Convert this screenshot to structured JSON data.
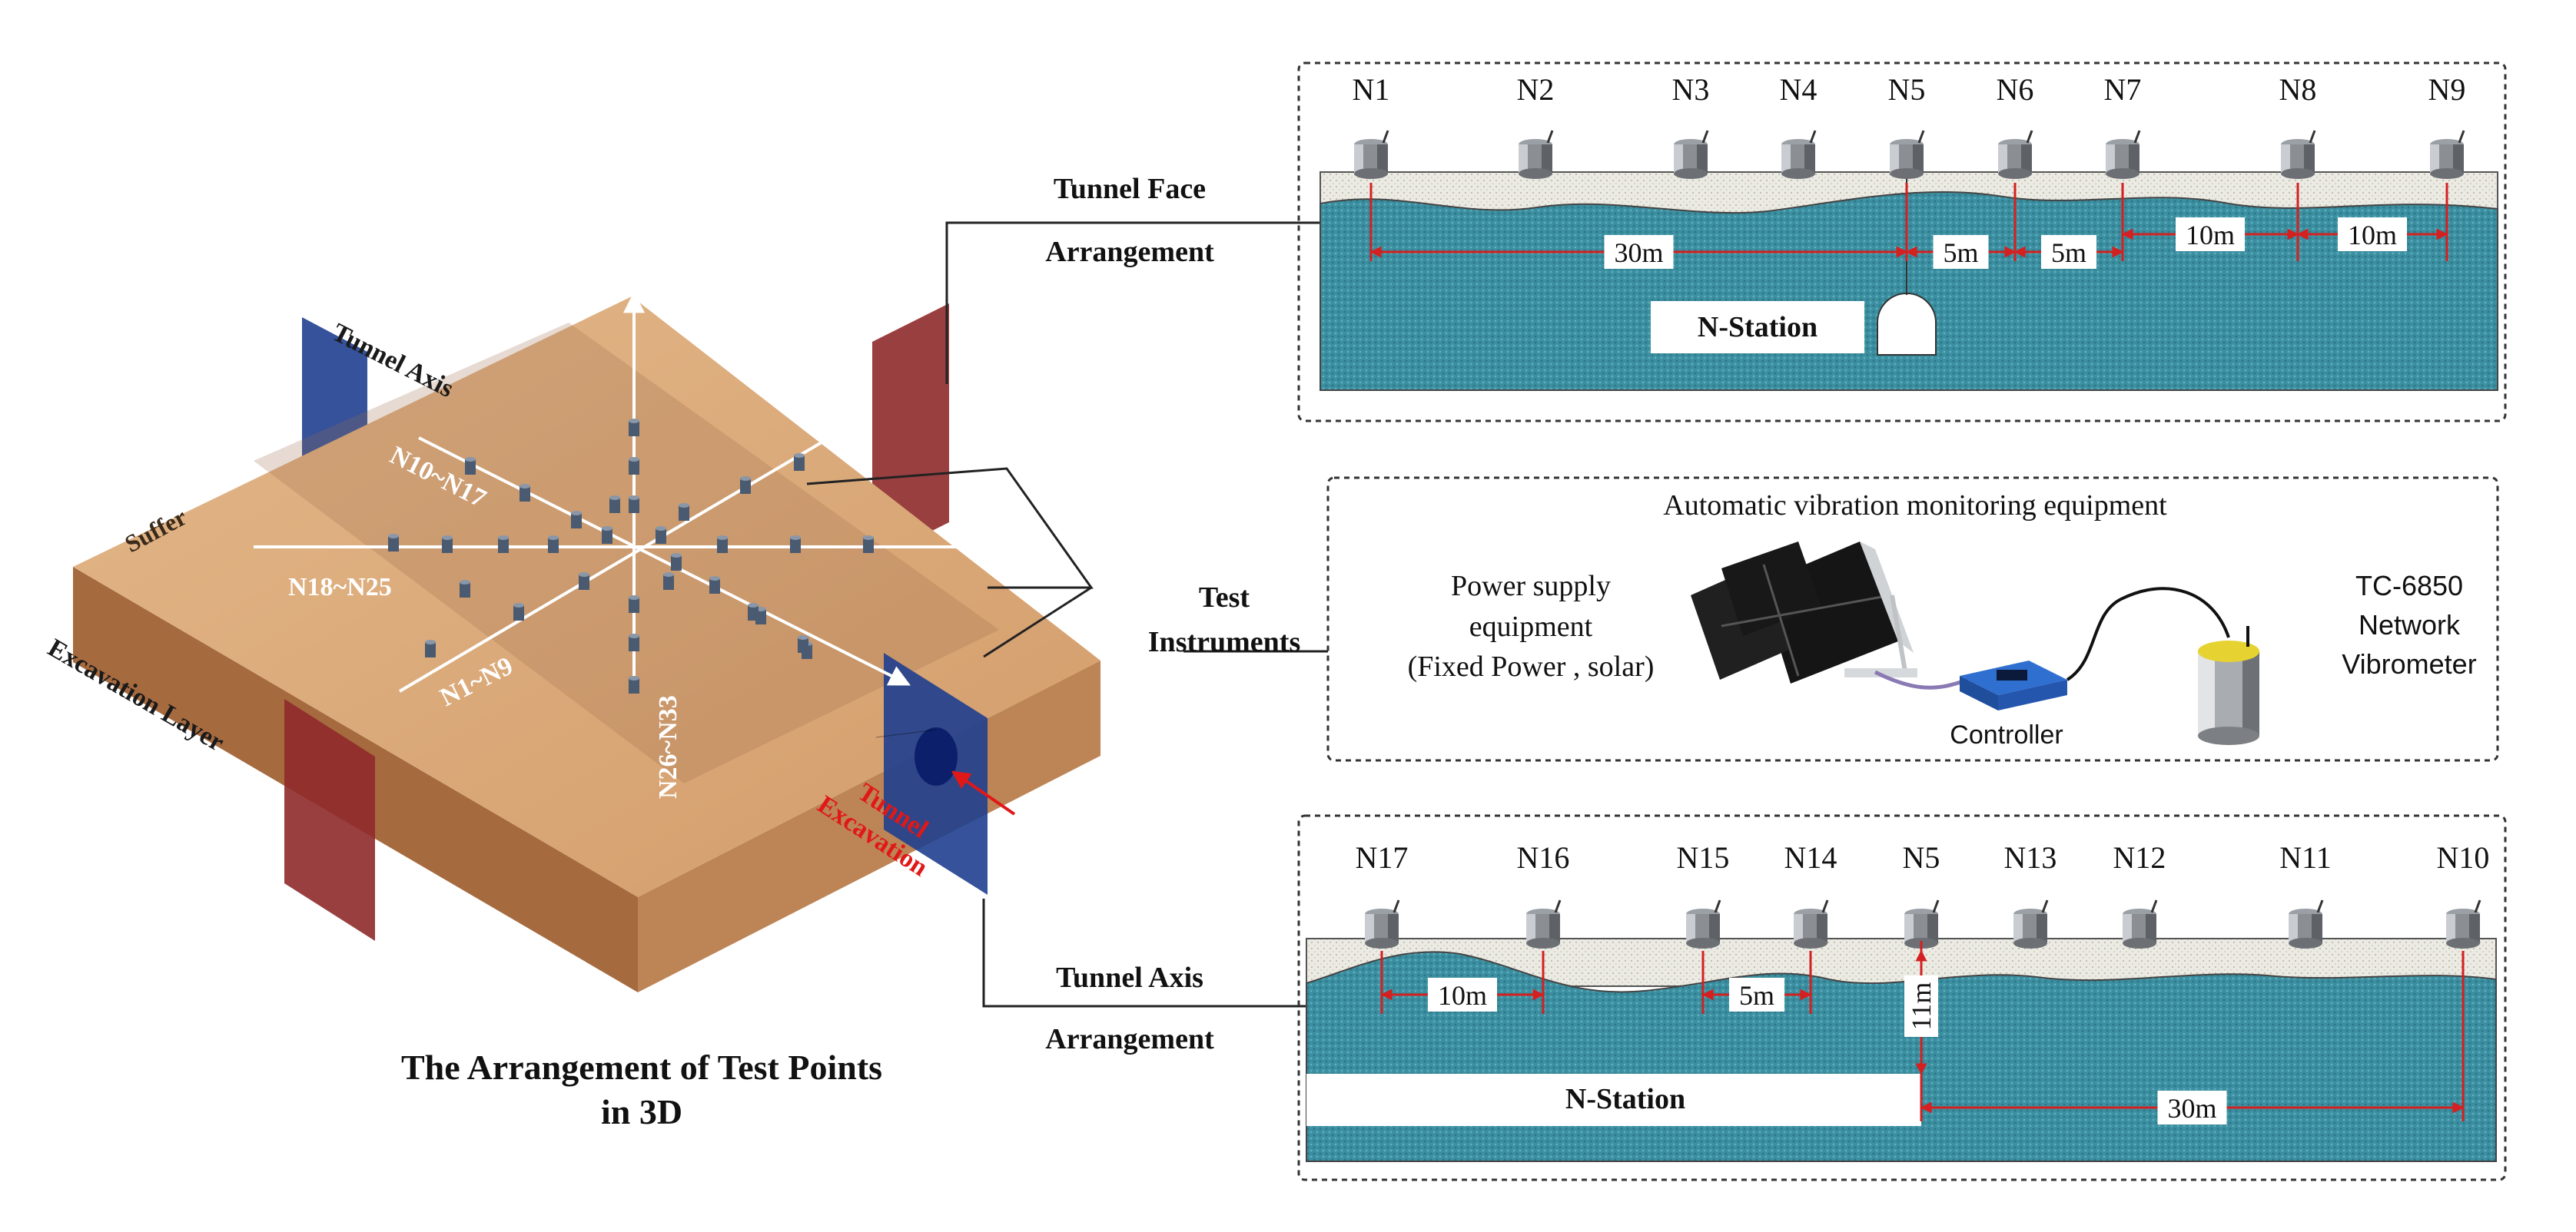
{
  "figure": {
    "caption_line1": "The Arrangement of Test Points",
    "caption_line2": "in 3D"
  },
  "block3d": {
    "tunnel_axis": "Tunnel Axis",
    "suffer": "Suffer",
    "excavation_layer": "Excavation Layer",
    "group_n10_n17": "N10~N17",
    "group_n18_n25": "N18~N25",
    "group_n1_n9": "N1~N9",
    "group_n26_n33": "N26~N33",
    "tunnel_line1": "Tunnel",
    "tunnel_line2": "Excavation"
  },
  "callouts": {
    "face_line1": "Tunnel Face",
    "face_line2": "Arrangement",
    "instr_line1": "Test",
    "instr_line2": "Instruments",
    "axis_line1": "Tunnel Axis",
    "axis_line2": "Arrangement"
  },
  "face_panel": {
    "sensors": [
      "N1",
      "N2",
      "N3",
      "N4",
      "N5",
      "N6",
      "N7",
      "N8",
      "N9"
    ],
    "dims": [
      "30m",
      "5m",
      "5m",
      "10m",
      "10m"
    ],
    "station": "N-Station"
  },
  "equip_panel": {
    "title": "Automatic vibration monitoring equipment",
    "power_line1": "Power supply",
    "power_line2": "equipment",
    "power_line3": "(Fixed Power , solar)",
    "controller": "Controller",
    "vib_line1": "TC-6850",
    "vib_line2": "Network",
    "vib_line3": "Vibrometer"
  },
  "axis_panel": {
    "sensors": [
      "N17",
      "N16",
      "N15",
      "N14",
      "N5",
      "N13",
      "N12",
      "N11",
      "N10"
    ],
    "dims": [
      "10m",
      "5m",
      "11m",
      "30m"
    ],
    "station": "N-Station"
  },
  "colors": {
    "water": "#3b8fa0",
    "soil": "#e8e6dc",
    "block_top": "#d9a878",
    "plane_blue": "#1f3f8f",
    "plane_red": "#8f2a2a",
    "dim_red": "#d42020"
  }
}
